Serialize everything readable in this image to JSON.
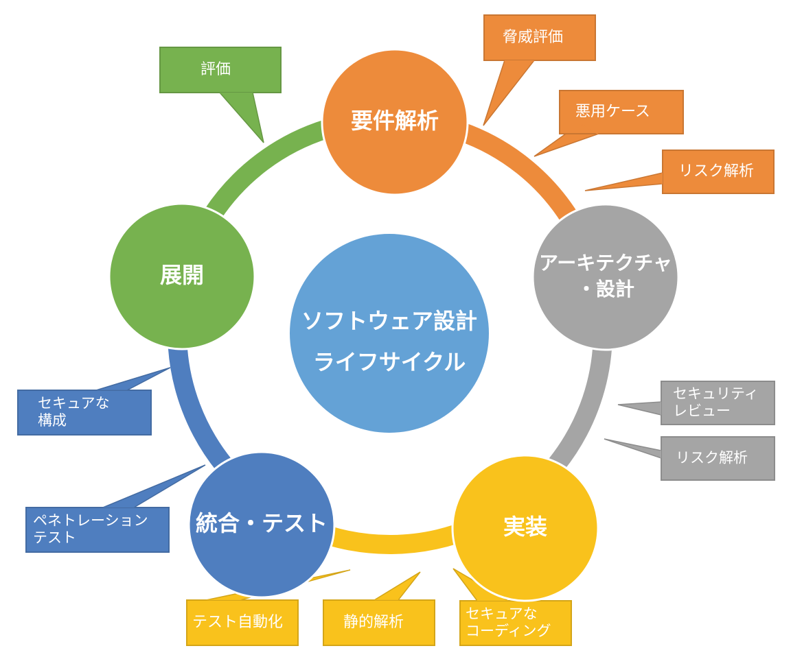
{
  "colors": {
    "requirements": "#ED8B3B",
    "architecture": "#A5A5A5",
    "implementation": "#F9C21C",
    "integration": "#4F7EBF",
    "deployment": "#77B24F",
    "center": "#64A2D6",
    "text": "#FFFFFF"
  },
  "center": {
    "lines": [
      "ソフトウェア設計",
      "ライフサイクル"
    ]
  },
  "phases": [
    {
      "id": "requirements",
      "lines": [
        "要件解析"
      ]
    },
    {
      "id": "architecture",
      "lines": [
        "アーキテクチャ",
        "・設計"
      ]
    },
    {
      "id": "implementation",
      "lines": [
        "実装"
      ]
    },
    {
      "id": "integration",
      "lines": [
        "統合・テスト"
      ]
    },
    {
      "id": "deployment",
      "lines": [
        "展開"
      ]
    }
  ],
  "callouts": [
    {
      "phase": "deployment",
      "lines": [
        "評価"
      ]
    },
    {
      "phase": "requirements",
      "lines": [
        "脅威評価"
      ]
    },
    {
      "phase": "requirements",
      "lines": [
        "悪用ケース"
      ]
    },
    {
      "phase": "requirements",
      "lines": [
        "リスク解析"
      ]
    },
    {
      "phase": "architecture",
      "lines": [
        "セキュリティ",
        "レビュー"
      ]
    },
    {
      "phase": "architecture",
      "lines": [
        "リスク解析"
      ]
    },
    {
      "phase": "integration",
      "lines": [
        "セキュアな",
        "構成"
      ]
    },
    {
      "phase": "integration",
      "lines": [
        "ペネトレーション",
        "テスト"
      ]
    },
    {
      "phase": "implementation",
      "lines": [
        "テスト自動化"
      ]
    },
    {
      "phase": "implementation",
      "lines": [
        "静的解析"
      ]
    },
    {
      "phase": "implementation",
      "lines": [
        "セキュアな",
        "コーディング"
      ]
    }
  ]
}
